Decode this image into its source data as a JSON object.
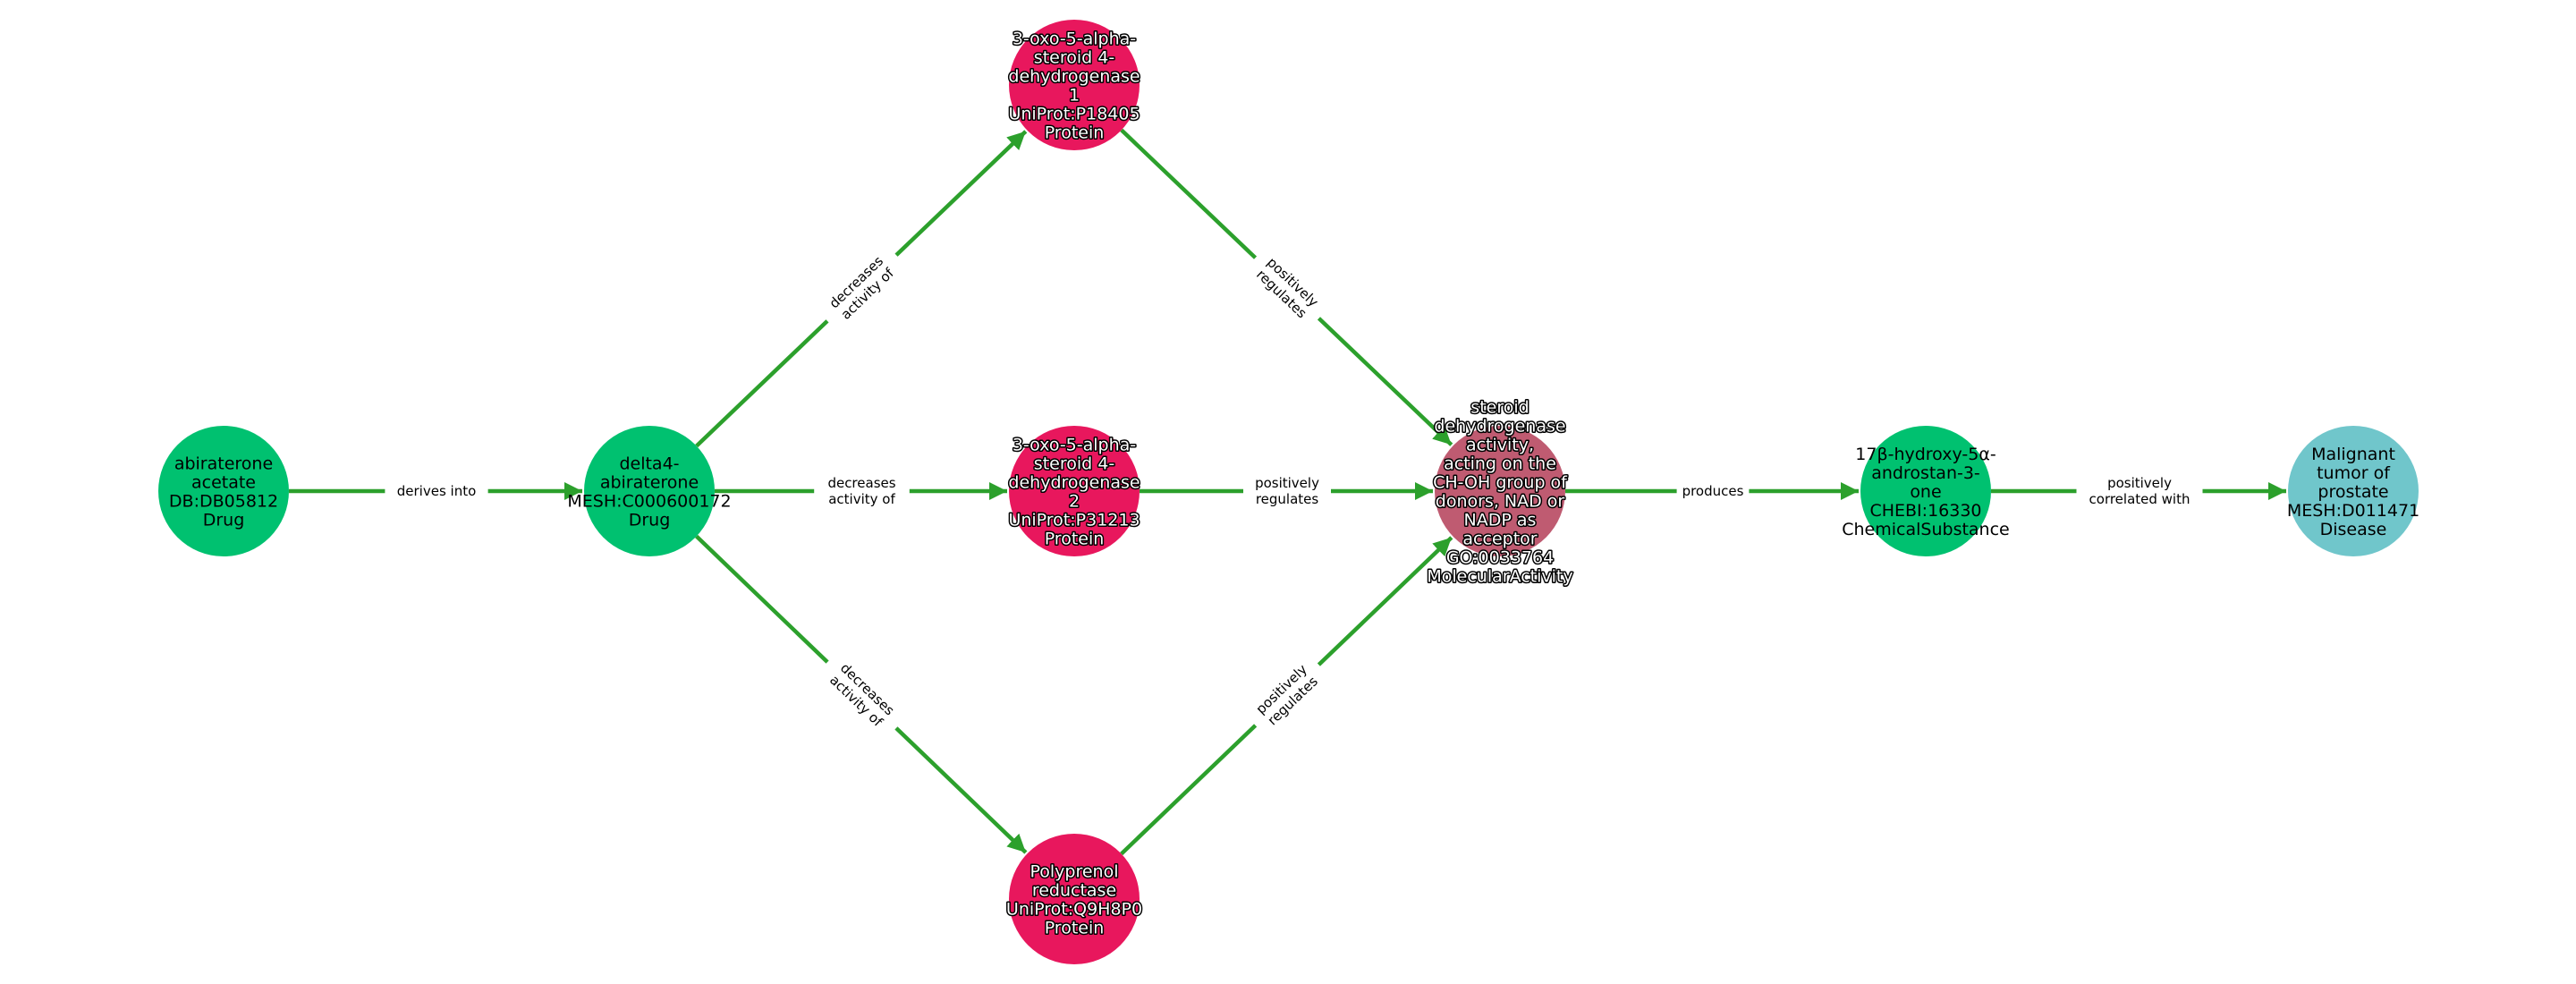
{
  "colors": {
    "edge": "#2ca02c",
    "Drug": "#00c170",
    "ChemicalSubstance": "#00c170",
    "Protein": "#e8175d",
    "MolecularActivity": "#bf5b71",
    "Disease": "#70c6cb"
  },
  "nodes": [
    {
      "id": "abiraterone",
      "type": "Drug",
      "lines": [
        "abiraterone",
        "acetate",
        "DB:DB05812",
        "Drug"
      ]
    },
    {
      "id": "delta4",
      "type": "Drug",
      "lines": [
        "delta4-",
        "abiraterone",
        "MESH:C000600172",
        "Drug"
      ]
    },
    {
      "id": "srd5a1",
      "type": "Protein",
      "lines": [
        "3-oxo-5-alpha-",
        "steroid 4-",
        "dehydrogenase",
        "1",
        "UniProt:P18405",
        "Protein"
      ]
    },
    {
      "id": "srd5a2",
      "type": "Protein",
      "lines": [
        "3-oxo-5-alpha-",
        "steroid 4-",
        "dehydrogenase",
        "2",
        "UniProt:P31213",
        "Protein"
      ]
    },
    {
      "id": "polyprenol",
      "type": "Protein",
      "lines": [
        "Polyprenol",
        "reductase",
        "UniProt:Q9H8P0",
        "Protein"
      ]
    },
    {
      "id": "go",
      "type": "MolecularActivity",
      "lines": [
        "steroid",
        "dehydrogenase",
        "activity,",
        "acting on the",
        "CH-OH group of",
        "donors, NAD or",
        "NADP as",
        "acceptor",
        "GO:0033764",
        "MolecularActivity"
      ]
    },
    {
      "id": "dht",
      "type": "ChemicalSubstance",
      "lines": [
        "17β-hydroxy-5α-",
        "androstan-3-",
        "one",
        "CHEBI:16330",
        "ChemicalSubstance"
      ]
    },
    {
      "id": "prostate",
      "type": "Disease",
      "lines": [
        "Malignant",
        "tumor of",
        "prostate",
        "MESH:D011471",
        "Disease"
      ]
    }
  ],
  "edges": [
    {
      "source": "abiraterone",
      "target": "delta4",
      "lines": [
        "derives into"
      ]
    },
    {
      "source": "delta4",
      "target": "srd5a1",
      "lines": [
        "decreases",
        "activity of"
      ]
    },
    {
      "source": "delta4",
      "target": "srd5a2",
      "lines": [
        "decreases",
        "activity of"
      ]
    },
    {
      "source": "delta4",
      "target": "polyprenol",
      "lines": [
        "decreases",
        "activity of"
      ]
    },
    {
      "source": "srd5a1",
      "target": "go",
      "lines": [
        "positively",
        "regulates"
      ]
    },
    {
      "source": "srd5a2",
      "target": "go",
      "lines": [
        "positively",
        "regulates"
      ]
    },
    {
      "source": "polyprenol",
      "target": "go",
      "lines": [
        "positively",
        "regulates"
      ]
    },
    {
      "source": "go",
      "target": "dht",
      "lines": [
        "produces"
      ]
    },
    {
      "source": "dht",
      "target": "prostate",
      "lines": [
        "positively",
        "correlated with"
      ]
    }
  ]
}
